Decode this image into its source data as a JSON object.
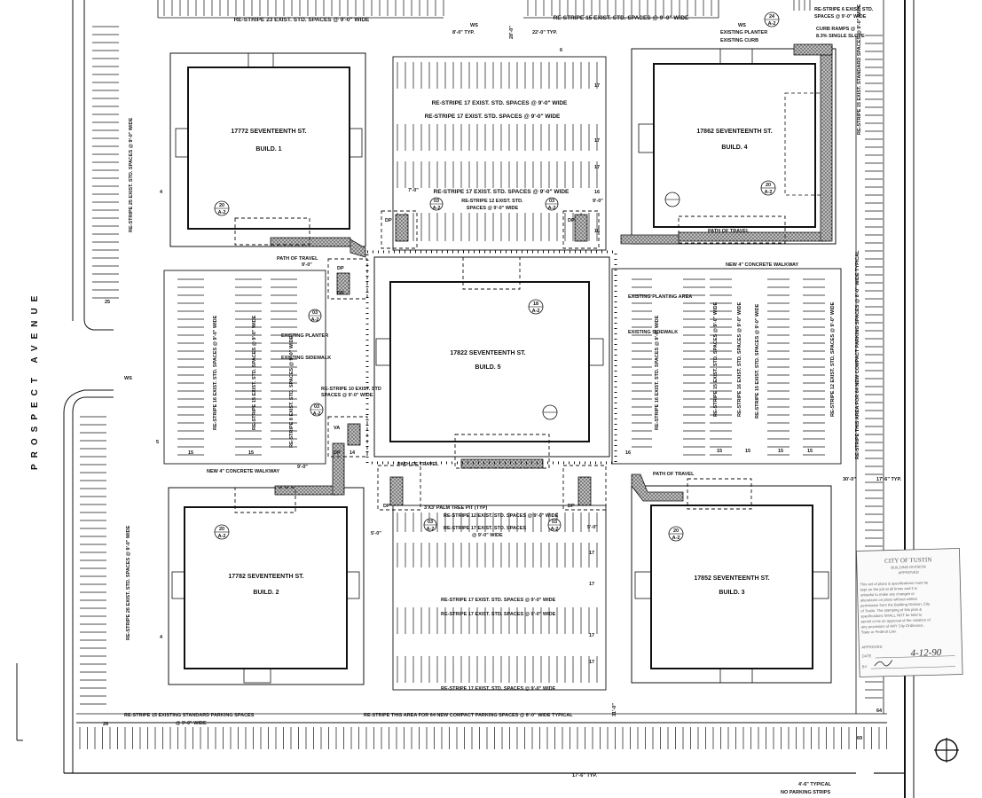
{
  "street": {
    "name": "PROSPECT AVENUE"
  },
  "buildings": [
    {
      "address": "17772 SEVENTEENTH ST.",
      "name": "BUILD. 1",
      "detail_top": "20",
      "detail_bottom": "A-2"
    },
    {
      "address": "17862 SEVENTEENTH ST.",
      "name": "BUILD. 4",
      "detail_top": "20",
      "detail_bottom": "A-2"
    },
    {
      "address": "17822 SEVENTEENTH ST.",
      "name": "BUILD. 5",
      "detail_top": "18",
      "detail_bottom": "A-2"
    },
    {
      "address": "17782 SEVENTEENTH ST.",
      "name": "BUILD. 2",
      "detail_top": "20",
      "detail_bottom": "A-2"
    },
    {
      "address": "17852 SEVENTEENTH ST.",
      "name": "BUILD. 3",
      "detail_top": "20",
      "detail_bottom": "A-2"
    }
  ],
  "labels": {
    "top_left_restripe": "RE-STRIPE 23 EXIST. STD. SPACES @ 9'-0\" WIDE",
    "top_right_restripe": "RE-STRIPE 15 EXIST. STD. SPACES @ 9'-0\" WIDE",
    "ws_top": "WS",
    "ws_top_right": "WS",
    "ws_left": "WS",
    "dim_8_0_typ": "8'-0\" TYP.",
    "dim_28_0": "28'-0\"",
    "dim_22_0_typ": "22'-0\" TYP.",
    "existing_planter_top": "EXISTING PLANTER",
    "existing_curb": "EXISTING CURB",
    "detail_24": "24",
    "detail_24_sheet": "A-2",
    "restripe_6": "RE-STRIPE 6 EXIST. STD.",
    "restripe_6b": "SPACES @ 9'-0\" WIDE",
    "curb_ramps": "CURB RAMPS @",
    "single_slope": "8.3% SINGLE SLOPE",
    "center_top_1": "RE-STRIPE 17 EXIST. STD. SPACES @ 9'-0\" WIDE",
    "center_top_2": "RE-STRIPE 17 EXIST. STD. SPACES @ 9'-0\" WIDE",
    "center_top_3": "RE-STRIPE 17 EXIST. STD. SPACES @ 9'-0\" WIDE",
    "restripe_12_top_a": "RE-STRIPE 12 EXIST. STD.",
    "restripe_12_top_b": "SPACES @ 9'-0\" WIDE",
    "dim_7_0": "7'-0\"",
    "dim_9_0_a": "9'-0\"",
    "dim_9_0_b": "9'-0\"",
    "dim_9_0_c": "9'-0\"",
    "path_travel_1": "PATH OF TRAVEL",
    "path_travel_2": "PATH OF TRAVEL",
    "path_travel_3": "PATH OF TRAVEL",
    "path_travel_4": "PATH OF TRAVEL",
    "new_walkway_right": "NEW 4\" CONCRETE WALKWAY",
    "new_walkway_left": "NEW 4\" CONCRETE WALKWAY",
    "existing_planter_mid": "EXISTING PLANTER",
    "existing_sidewalk_mid": "EXISTING SIDEWALK",
    "existing_planting_area": "EXISTING PLANTING AREA",
    "existing_sidewalk_right": "EXISTING SIDEWALK",
    "restripe_10_a": "RE-STRIPE 10 EXIST. STD",
    "restripe_10_b": "SPACES @ 9'-0\" WIDE",
    "palm_tree": "3'X3' PALM TREE PIT (TYP)",
    "bottom_restripe_12": "RE-STRIPE 12 EXIST. STD. SPACES @ 9'-0\" WIDE",
    "bottom_restripe_17a": "RE-STRIPE 17 EXIST. STD. SPACES",
    "bottom_restripe_17a_b": "@ 9'-0\" WIDE",
    "bottom_restripe_17b": "RE-STRIPE 17 EXIST. STD. SPACES @ 9'-0\" WIDE",
    "bottom_restripe_17c": "RE-STRIPE 17 EXIST. STD. SPACES @ 9'-0\" WIDE",
    "bottom_restripe_17d": "RE-STRIPE 17 EXIST. STD. SPACES @ 9'-0\" WIDE",
    "dim_5_0_a": "5'-0\"",
    "dim_5_0_b": "5'-0\"",
    "dim_30_0": "30'-0\"",
    "dim_17_6_typ": "17'-6\" TYP.",
    "dim_31_0": "31'-0\"",
    "dim_17_6_bottom": "17'-6\" TYP.",
    "bottom_restripe_15": "RE-STRIPE 15 EXISTING STANDARD PARKING SPACES",
    "bottom_restripe_15b": "@ 9'-0\" WIDE",
    "bottom_compact": "RE-STRIPE THIS AREA FOR 64 NEW COMPACT PARKING SPACES @ 8'-0\" WIDE TYPICAL",
    "right_compact": "RE-STRIPE THIS AREA FOR 64 NEW COMPACT PARKING SPACES @ 8'-0\" WIDE TYPICAL",
    "left_restripe_25": "RE-STRIPE 25 EXIST. STD. SPACES @ 9'-0\" WIDE",
    "left_restripe_26": "RE-STRIPE 26 EXIST. STD. SPACES @ 9'-0\" WIDE",
    "right_restripe_15": "RE-STRIPE 15 EXIST. STANDARD SPACES @ 9'-0\" WIDE",
    "mid_left_16": "RE-STRIPE 16 EXIST. STD. SPACES @ 9'-0\" WIDE",
    "mid_left_15": "RE-STRIPE 15 EXIST. STD. SPACES @ 9'-0\" WIDE",
    "mid_left_8": "RE-STRIPE 8 EXIST. STD. SPACES @ 9'-0\" WIDE",
    "mid_right_16a": "RE-STRIPE 16 EXIST. STD. SPACES @ 9'-0\" WIDE",
    "mid_right_16b": "RE-STRIPE 16 EXIST. STD. SPACES @ 9'-0\" WIDE",
    "mid_right_15a": "RE-STRIPE 15 EXIST. STD. SPACES @ 9'-0\" WIDE",
    "mid_right_15b": "RE-STRIPE 15 EXIST. STD. SPACES @ 9'-0\" WIDE",
    "mid_right_12": "RE-STRIPE 12 EXIST. STD. SPACES @ 9'-0\" WIDE",
    "no_parking_a": "4'-6\" TYPICAL",
    "no_parking_b": "NO PARKING STRIPS",
    "dp": "DP",
    "va": "VA",
    "detail_03": "03",
    "detail_a2": "A-2"
  },
  "counts": {
    "c6": "6",
    "c17a": "17",
    "c17b": "17",
    "c17c": "17",
    "c16": "16",
    "c16b": "16",
    "c25": "25",
    "c4a": "4",
    "c4b": "4",
    "c5": "5",
    "c15a": "15",
    "c15b": "15",
    "c15c": "15",
    "c15d": "15",
    "c15e": "15",
    "c15f": "15",
    "c14": "14",
    "c17d": "17",
    "c17e": "17",
    "c17f": "17",
    "c17g": "17",
    "c26": "26",
    "c64": "64",
    "c69": "69",
    "c16c": "16"
  },
  "stamp": {
    "city": "CITY OF TUSTIN",
    "division": "BUILDING DIVISION",
    "approved": "APPROVED",
    "l1": "This set of plans & specifications must be",
    "l2": "kept on the job at all times and it is",
    "l3": "unlawful to make any changes or",
    "l4": "alterations on plans without written",
    "l5": "permission from the Building Division, City",
    "l6": "of Tustin. The stamping of this plan &",
    "l7": "specifications SHALL NOT be held to",
    "l8": "permit or be an approval of the violation of",
    "l9": "any provisions of ANY City Ordinance,",
    "l10": "State or Federal Law.",
    "approved_label": "APPROVED",
    "date_label": "DATE",
    "by_label": "BY",
    "date_value": "4-12-90"
  }
}
